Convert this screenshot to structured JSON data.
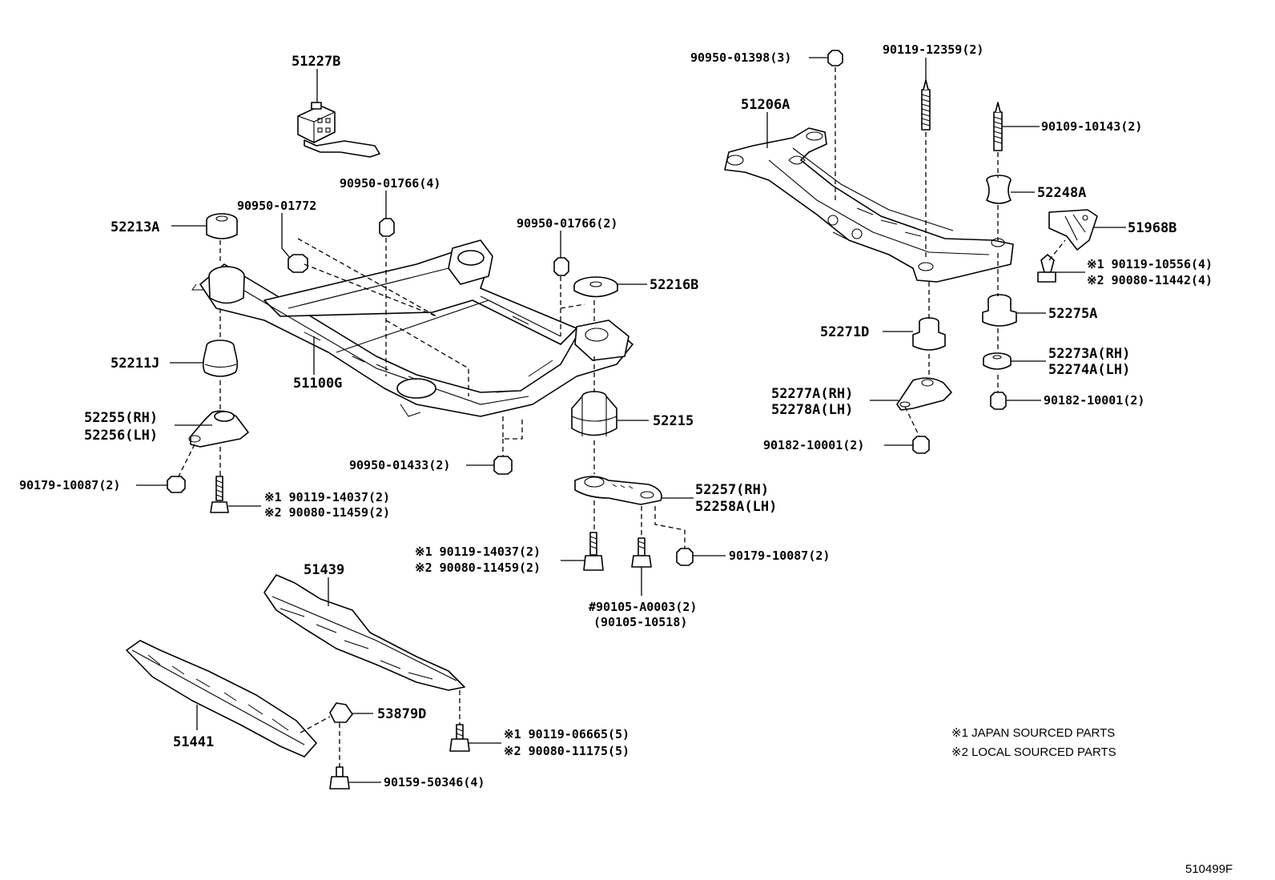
{
  "diagram_code": "510499F",
  "legend": {
    "note1": "※1 JAPAN SOURCED PARTS",
    "note2": "※2 LOCAL SOURCED PARTS"
  },
  "labels": {
    "p51227B": "51227B",
    "p90950_01766_4": "90950-01766(4)",
    "p90950_01772": "90950-01772",
    "p52213A": "52213A",
    "p90950_01766_2": "90950-01766(2)",
    "p52216B": "52216B",
    "p52211J": "52211J",
    "p51100G": "51100G",
    "p52255": "52255(RH)",
    "p52256": "52256(LH)",
    "p52215": "52215",
    "p90950_01433": "90950-01433(2)",
    "p90179_left": "90179-10087(2)",
    "p_left_bolt1": "※1 90119-14037(2)",
    "p_left_bolt2": "※2 90080-11459(2)",
    "p52257": "52257(RH)",
    "p52258A": "52258A(LH)",
    "p_mid_bolt1": "※1 90119-14037(2)",
    "p_mid_bolt2": "※2 90080-11459(2)",
    "p90179_right": "90179-10087(2)",
    "p90105a": "#90105-A0003(2)",
    "p90105b": "(90105-10518)",
    "p51439": "51439",
    "p51441": "51441",
    "p53879D": "53879D",
    "p_shield_bolt1": "※1 90119-06665(5)",
    "p_shield_bolt2": "※2 90080-11175(5)",
    "p90159": "90159-50346(4)",
    "p90950_01398": "90950-01398(3)",
    "p90119_12359": "90119-12359(2)",
    "p51206A": "51206A",
    "p90109_10143": "90109-10143(2)",
    "p52248A": "52248A",
    "p51968B": "51968B",
    "p_rear_bolt1": "※1 90119-10556(4)",
    "p_rear_bolt2": "※2 90080-11442(4)",
    "p52275A": "52275A",
    "p52271D": "52271D",
    "p52273A": "52273A(RH)",
    "p52274A": "52274A(LH)",
    "p52277A": "52277A(RH)",
    "p52278A": "52278A(LH)",
    "p90182_right": "90182-10001(2)",
    "p90182_left": "90182-10001(2)"
  }
}
